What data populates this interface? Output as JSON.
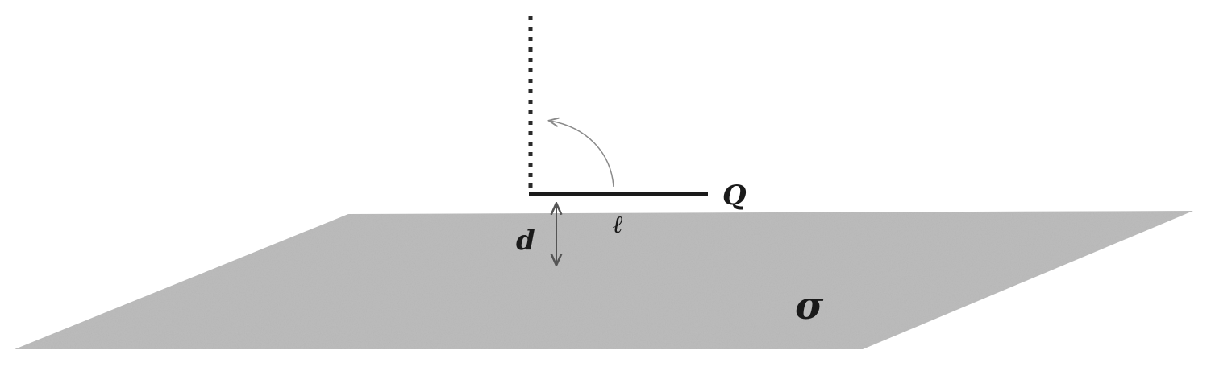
{
  "labels": {
    "charge": "Q",
    "separation": "d",
    "length": "ℓ",
    "surface_density": "σ"
  },
  "colors": {
    "plane_fill": "#bdbdbd",
    "rod_stroke": "#1b1b1b",
    "dotted_stroke": "#2a2a2a",
    "arrow_stroke": "#555555",
    "rotation_arc": "#8a8a8a",
    "label_text": "#1a1a1a"
  },
  "figure": {
    "elements": [
      "charged-plane",
      "horizontal-rod",
      "vertical-dotted-position",
      "rotation-arrow",
      "separation-arrow"
    ]
  }
}
